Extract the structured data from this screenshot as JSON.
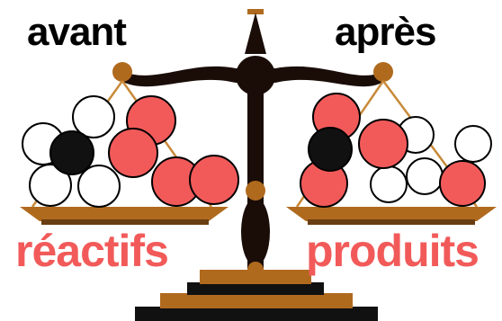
{
  "labels": {
    "before": "avant",
    "after": "après",
    "reactants": "réactifs",
    "products": "produits"
  },
  "colors": {
    "beam": "#1a0d08",
    "brass": "#b06a1e",
    "chain": "#c88a3a",
    "pan_base": "#6a3e12",
    "atom_red": "#f25a5a",
    "atom_black": "#111111",
    "atom_white": "#ffffff",
    "label_red": "#f25a5a",
    "label_black": "#000000"
  },
  "icons": {
    "scale": "balance-scale-icon",
    "atom": "atom-circle-icon"
  }
}
